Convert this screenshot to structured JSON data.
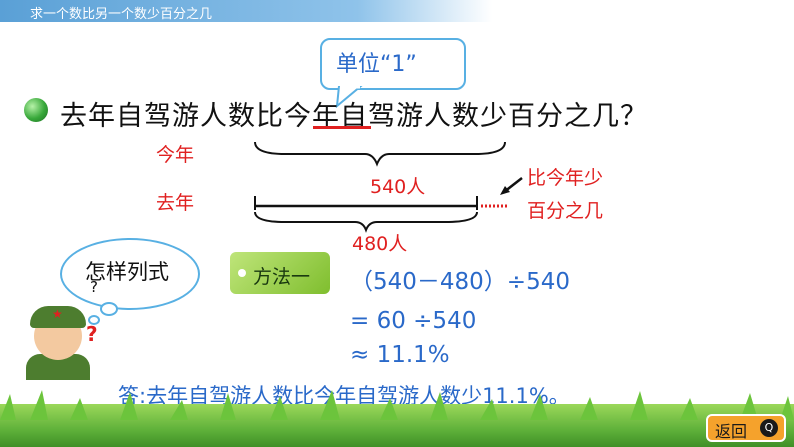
{
  "header": {
    "title": "求一个数比另一个数少百分之几"
  },
  "bubble": {
    "text": "单位“1”"
  },
  "question": {
    "text": "去年自驾游人数比今年自驾游人数少百分之几？"
  },
  "diagram": {
    "this_year_label": "今年",
    "last_year_label": "去年",
    "this_year_value": "540人",
    "last_year_value": "480人",
    "diff_note_line1": "比今年少",
    "diff_note_line2": "百分之几"
  },
  "thought": {
    "text": "怎样列式",
    "mark": "?"
  },
  "method": {
    "label": "方法一"
  },
  "formula": {
    "line1": "（540－480）÷540",
    "line2": "= 60 ÷540",
    "line3": "≈ 11.1%"
  },
  "answer": {
    "text": "答:去年自驾游人数比今年自驾游人数少11.1%。"
  },
  "nav": {
    "back_label": "返回"
  },
  "colors": {
    "accent_blue": "#2a69c9",
    "accent_red": "#e02020",
    "header_blue": "#5aa0d6"
  }
}
